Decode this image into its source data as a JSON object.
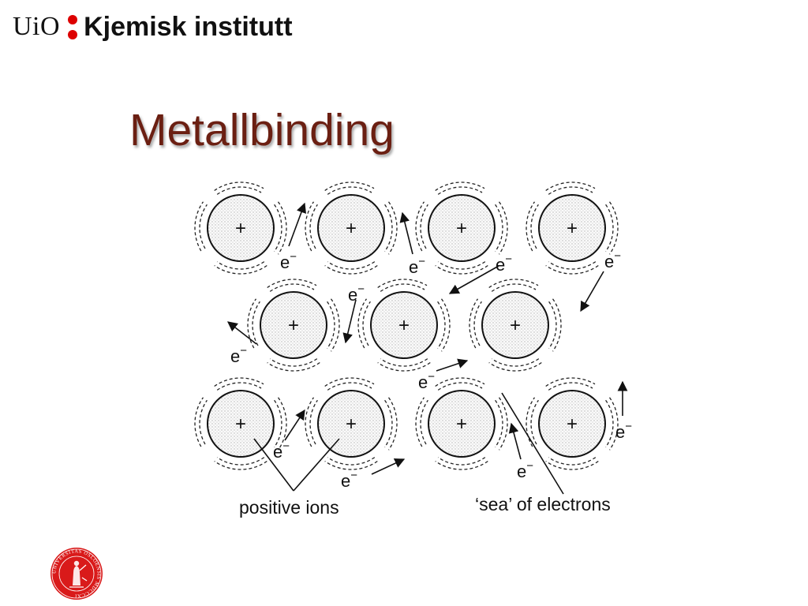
{
  "header": {
    "logo_text": "UiO",
    "department": "Kjemisk institutt"
  },
  "slide": {
    "title": "Metallbinding"
  },
  "diagram": {
    "ion_symbol": "+",
    "electron_label": "e",
    "electron_charge": "−",
    "label_positive_ions": "positive ions",
    "label_sea_of_electrons": "‘sea’ of electrons"
  },
  "seal": {
    "text": "UNIVERSITAS OSLOENSIS MDCCCXI"
  },
  "colors": {
    "title": "#6b1f12",
    "brand_red": "#dd0000",
    "text": "#111111"
  }
}
